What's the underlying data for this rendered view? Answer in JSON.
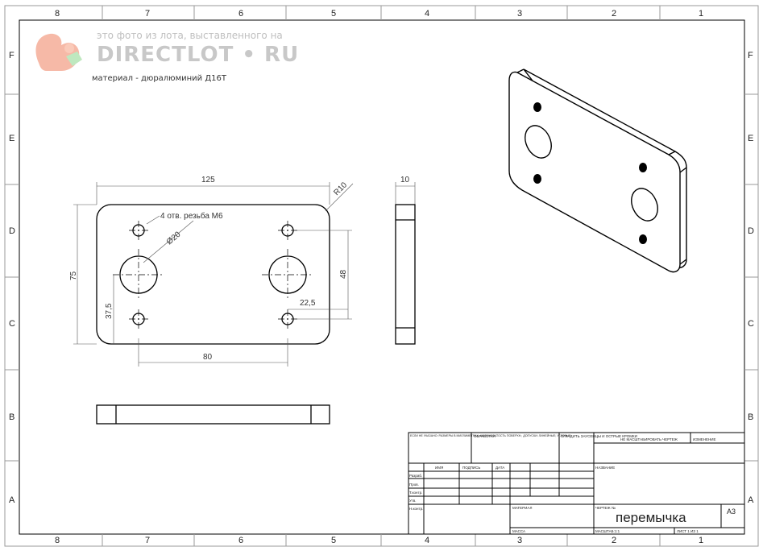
{
  "watermark": {
    "caption": "это фото из лота, выставленного на",
    "brand": "DIRECTLOT • RU"
  },
  "note": "материал - дюралюминий Д16Т",
  "zone_columns": [
    "8",
    "7",
    "6",
    "5",
    "4",
    "3",
    "2",
    "1"
  ],
  "zone_rows": [
    "F",
    "E",
    "D",
    "C",
    "B",
    "A"
  ],
  "dimensions": {
    "width": "125",
    "height": "75",
    "thickness": "10",
    "radius": "R10",
    "hole_note": "4 отв. резьба М6",
    "bore_dia": "Ø20",
    "hole_spacing_v": "48",
    "hole_offset": "22,5",
    "center_height": "37,5",
    "center_spacing": "80"
  },
  "title_block": {
    "part_name": "перемычка",
    "sheet_format": "A3",
    "left_header": "ЕСЛИ НЕ УКАЗАНО: РАЗМЕРЫ В МИЛЛИМЕТРАХ; ШЕРОХОВАТОСТЬ ПОВЕРХН.; ДОПУСКИ: ЛИНЕЙНЫЕ; УГЛОВЫЕ",
    "finish_label": "ОБРАБОТКА",
    "edge_label": "СГЛАДИТЬ ЗАУСЕНЦЫ И ОСТРЫЕ КРОМКИ",
    "no_scale_label": "НЕ МАСШТАБИРОВАТЬ ЧЕРТЕЖ",
    "revision_label": "ИЗМЕНЕНИЕ",
    "name_col": "ИМЯ",
    "signature_col": "ПОДПИСЬ",
    "date_col": "ДАТА",
    "title_label": "НАЗВАНИЕ",
    "rows": [
      "Разраб.",
      "Пров.",
      "Т.контр.",
      "Утв.",
      "Н.контр."
    ],
    "material_label": "МАТЕРИАЛ",
    "drawing_no_label": "ЧЕРТЕЖ №",
    "mass_label": "МАССА",
    "scale_label": "МАСШТАБ:1:1",
    "sheet_label": "ЛИСТ 1 ИЗ 1"
  }
}
